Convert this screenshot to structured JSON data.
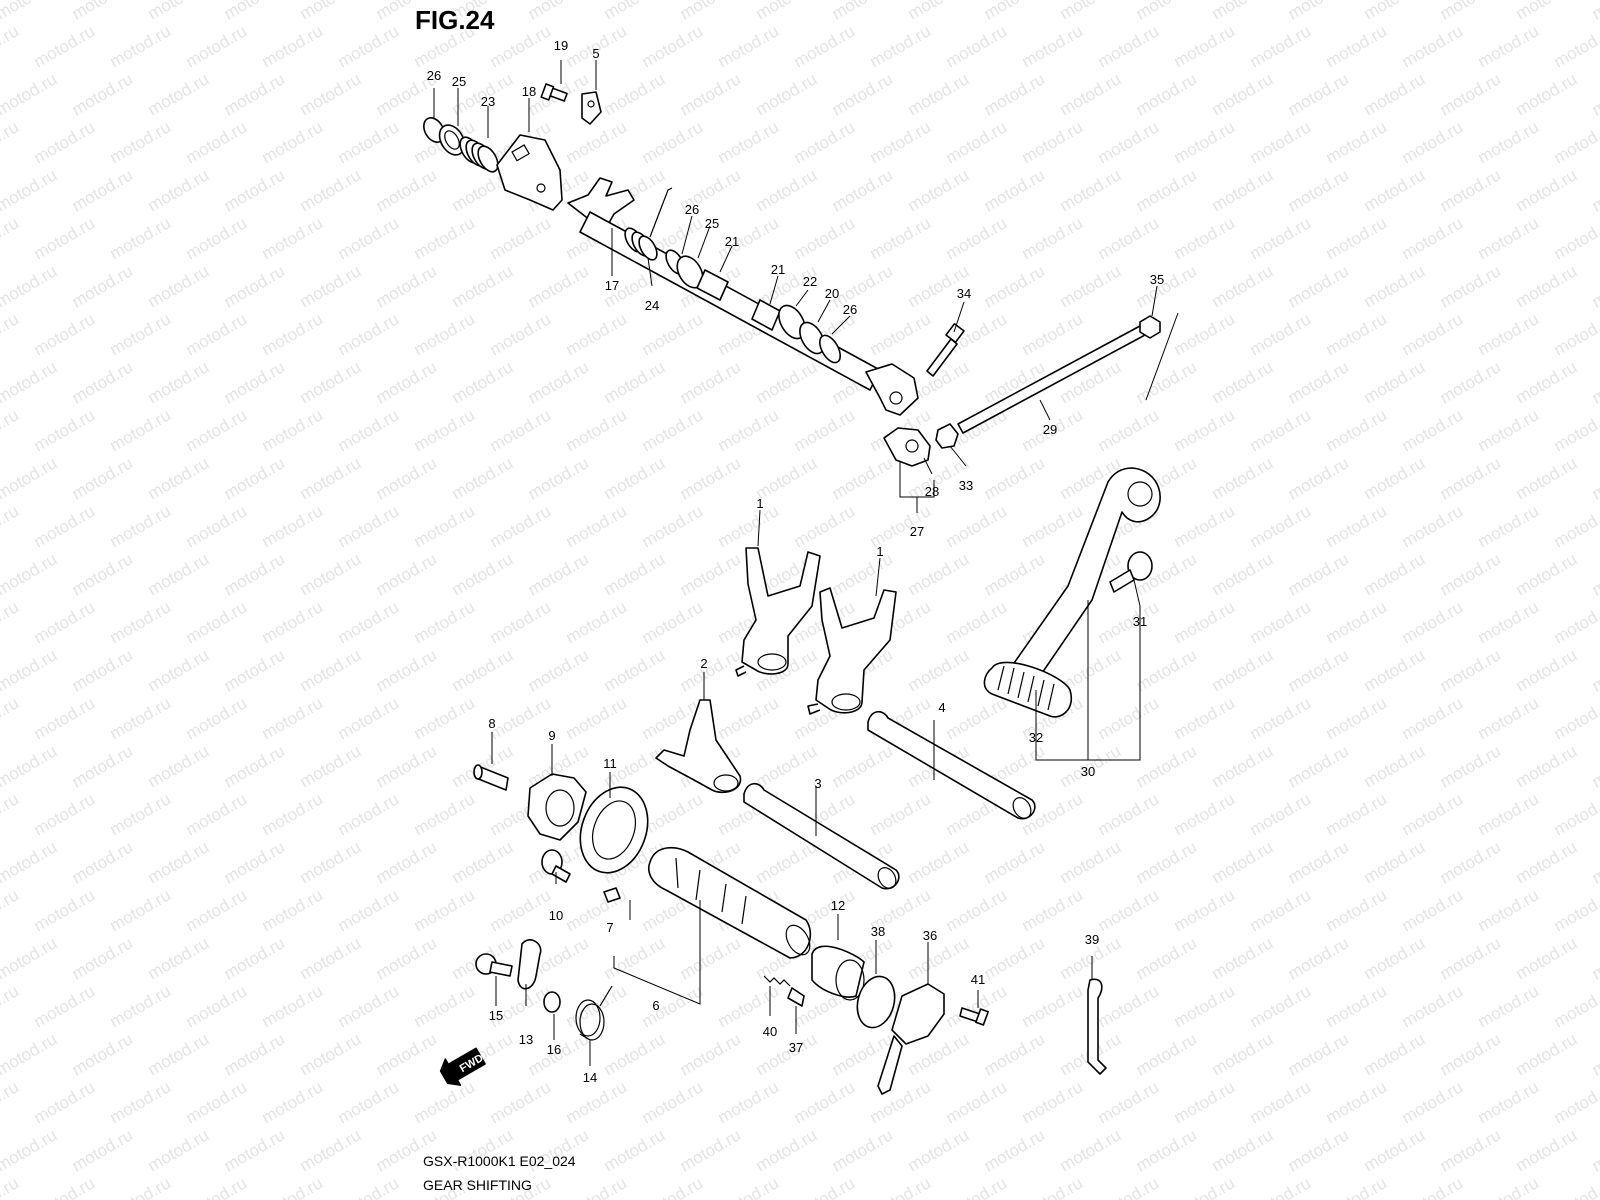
{
  "figure_title": "FIG.24",
  "watermark": "motod.ru",
  "direction_arrow": "FWD",
  "caption": {
    "code": "GSX-R1000K1 E02_024",
    "name": "GEAR SHIFTING"
  },
  "callouts": {
    "p1a": "1",
    "p1b": "1",
    "p2": "2",
    "p3": "3",
    "p4": "4",
    "p5": "5",
    "p6": "6",
    "p7": "7",
    "p8": "8",
    "p9": "9",
    "p10": "10",
    "p11": "11",
    "p12": "12",
    "p13": "13",
    "p14": "14",
    "p15": "15",
    "p16": "16",
    "p17": "17",
    "p18": "18",
    "p19": "19",
    "p20": "20",
    "p21a": "21",
    "p21b": "21",
    "p22": "22",
    "p23": "23",
    "p24": "24",
    "p25a": "25",
    "p25b": "25",
    "p26a": "26",
    "p26b": "26",
    "p26c": "26",
    "p27": "27",
    "p28": "28",
    "p29": "29",
    "p30": "30",
    "p31": "31",
    "p32": "32",
    "p33": "33",
    "p34": "34",
    "p35": "35",
    "p36": "36",
    "p37": "37",
    "p38": "38",
    "p39": "39",
    "p40": "40",
    "p41": "41"
  }
}
